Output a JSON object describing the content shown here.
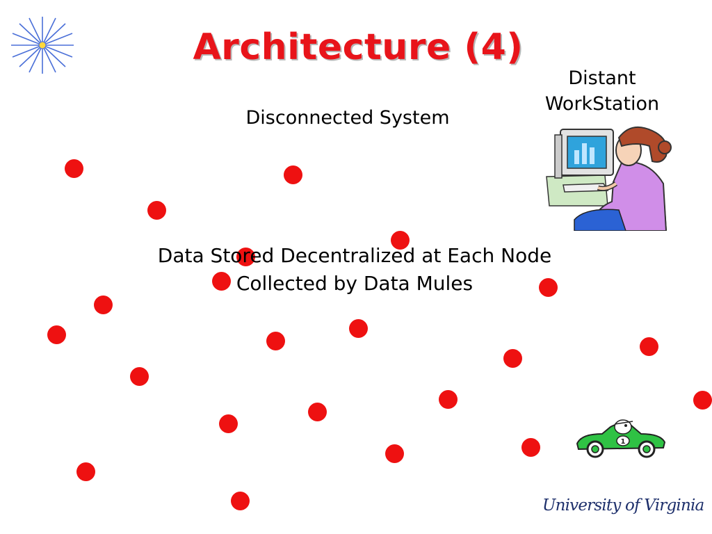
{
  "slide": {
    "title": "Architecture (4)",
    "subtitle": "Disconnected System",
    "workstation_label": {
      "line1": "Distant",
      "line2": "WorkStation"
    },
    "body": {
      "line1": "Data Stored Decentralized at Each Node",
      "line2": "Collected by Data Mules"
    },
    "logo_text": "University of Virginia",
    "node_color": "#ee1111",
    "title_color": "#e8141a",
    "icons": [
      "star-icon",
      "workstation-icon",
      "data-mule-car-icon"
    ]
  }
}
